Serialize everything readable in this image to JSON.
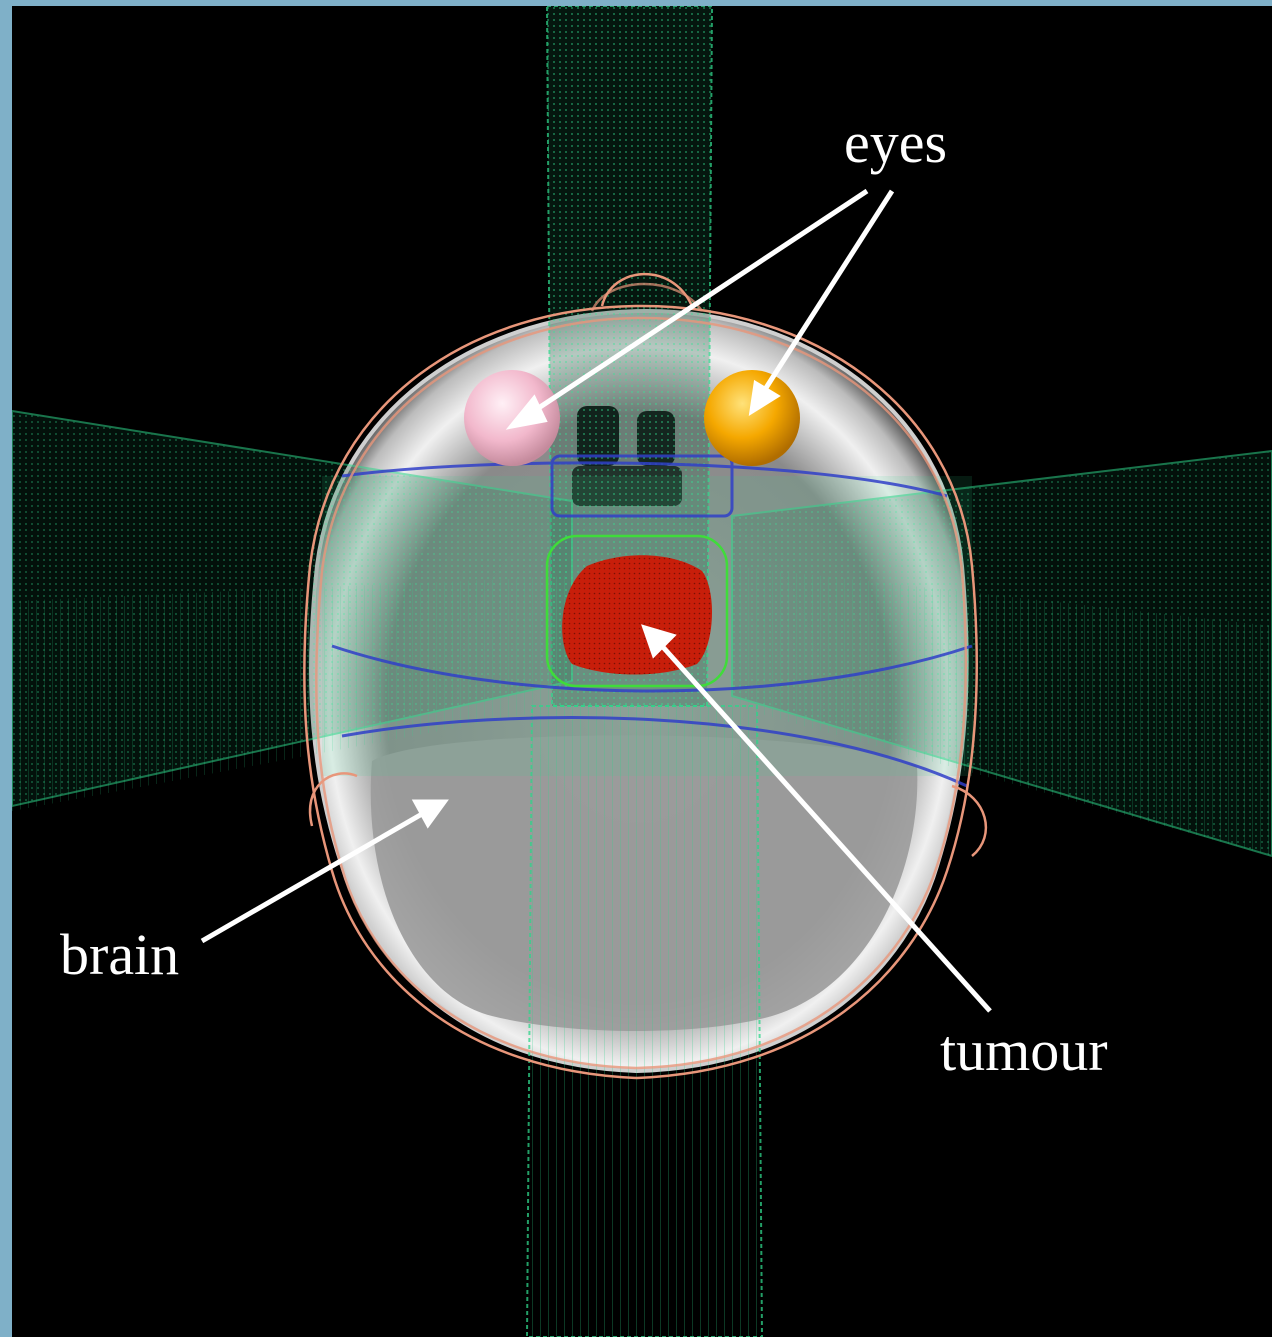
{
  "labels": {
    "eyes": "eyes",
    "brain": "brain",
    "tumour": "tumour"
  },
  "colors": {
    "background": "#000000",
    "border": "#7fb0c8",
    "beam": "#2fd58a",
    "skin_contour": "#e8967a",
    "tumour": "#c81e0a",
    "left_eye": "#f2b8cc",
    "right_eye": "#f5a800",
    "blue_contour": "#3040c8",
    "label_text": "#ffffff"
  }
}
